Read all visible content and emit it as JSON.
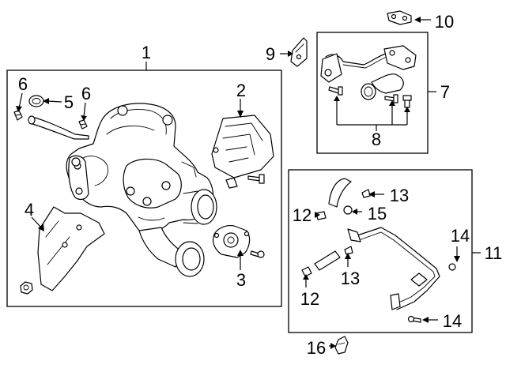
{
  "callouts": {
    "c1": "1",
    "c2": "2",
    "c3": "3",
    "c4": "4",
    "c5": "5",
    "c6a": "6",
    "c6b": "6",
    "c7": "7",
    "c8": "8",
    "c9": "9",
    "c10": "10",
    "c11": "11",
    "c12a": "12",
    "c12b": "12",
    "c13a": "13",
    "c13b": "13",
    "c14a": "14",
    "c14b": "14",
    "c15": "15",
    "c16": "16"
  },
  "colors": {
    "line": "#000000",
    "background": "#ffffff"
  }
}
